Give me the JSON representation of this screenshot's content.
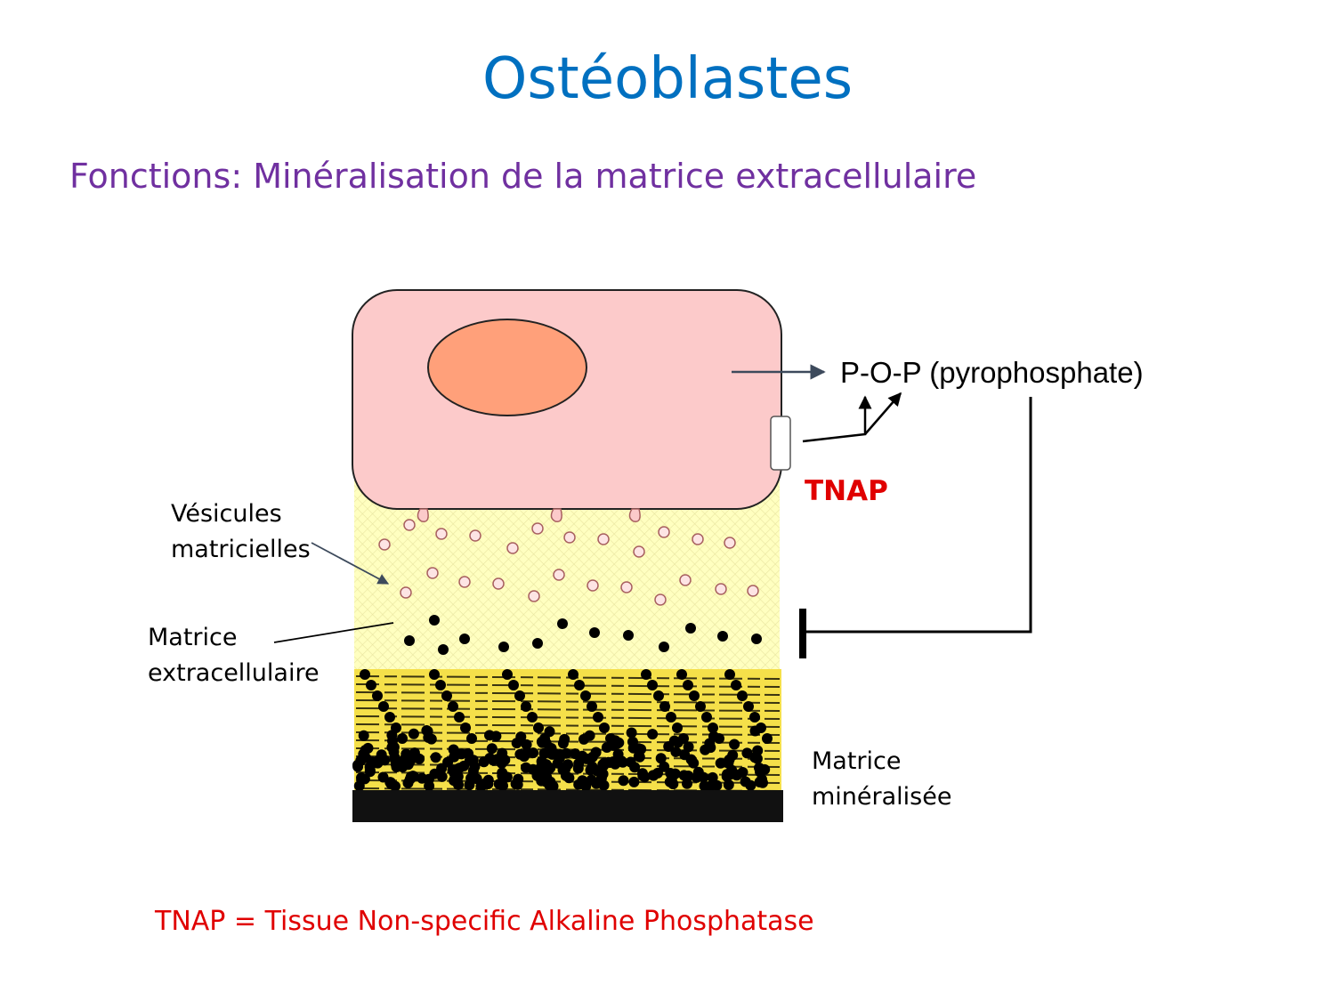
{
  "title": "Ostéoblastes",
  "subtitle": "Fonctions: Minéralisation de la matrice extracellulaire",
  "labels": {
    "vesicules_line1": "Vésicules",
    "vesicules_line2": "matricielles",
    "matrice_ec_line1": "Matrice",
    "matrice_ec_line2": "extracellulaire",
    "matrice_min_line1": "Matrice",
    "matrice_min_line2": "minéralisée",
    "pyrophosphate": "P-O-P (pyrophosphate)",
    "tnap": "TNAP"
  },
  "footnote": "TNAP = Tissue Non-specific Alkaline Phosphatase",
  "colors": {
    "title": "#0070c0",
    "subtitle": "#7030a0",
    "cell": "#fccaca",
    "nucleus": "#ffa07a",
    "matrix": "#ffffc0",
    "mineralized": "#f5e04a",
    "tnap": "#e00000"
  }
}
